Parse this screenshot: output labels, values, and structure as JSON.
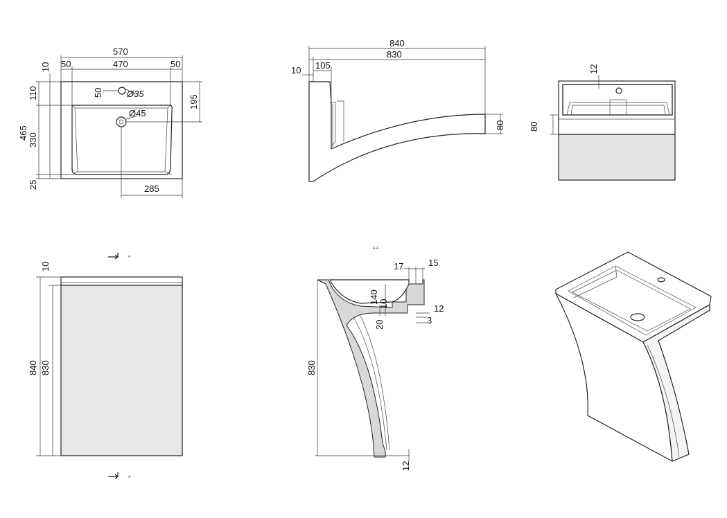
{
  "top_view": {
    "overall_width": "570",
    "margin_left": "50",
    "basin_width": "470",
    "margin_right": "50",
    "rim_top": "10",
    "depth_total": "465",
    "back_margin": "110",
    "basin_depth": "330",
    "front_margin": "25",
    "faucet_offset": "50",
    "faucet_hole": "Ø35",
    "drain_hole": "Ø45",
    "right_depth": "195",
    "drain_offset": "285"
  },
  "side_view_top": {
    "overall_length": "840",
    "inner_length": "830",
    "rim": "10",
    "back": "105",
    "front_height": "80"
  },
  "end_view": {
    "top_rim": "12",
    "rim_height": "80"
  },
  "front_view": {
    "rim": "10",
    "overall_height": "840",
    "body_height": "830",
    "section_mark_top": "A",
    "section_mark_bottom": "A"
  },
  "section_view": {
    "title": "A-A",
    "d17": "17",
    "d15": "15",
    "d140": "140",
    "d10": "10",
    "d12_top": "12",
    "d3": "3",
    "d20": "20",
    "height": "830",
    "d12_bottom": "12"
  },
  "iso_view": {}
}
